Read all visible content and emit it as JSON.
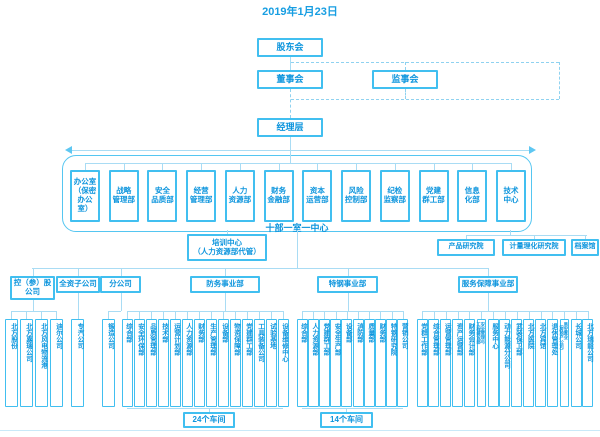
{
  "date": "2019年1月23日",
  "governance": {
    "shareholders": "股东会",
    "board": "董事会",
    "supervisory": "监事会",
    "management": "经理层"
  },
  "headquarters": {
    "caption": "十部一室一中心",
    "departments": [
      [
        "办公室",
        "（保密",
        "办公室）"
      ],
      [
        "战略",
        "管理部"
      ],
      [
        "安全",
        "品质部"
      ],
      [
        "经营",
        "管理部"
      ],
      [
        "人力",
        "资源部"
      ],
      [
        "财务",
        "金融部"
      ],
      [
        "资本",
        "运营部"
      ],
      [
        "风险",
        "控制部"
      ],
      [
        "纪检",
        "监察部"
      ],
      [
        "党建",
        "群工部"
      ],
      [
        "信息",
        "化部"
      ],
      [
        "技术",
        "中心"
      ]
    ],
    "training_center": [
      "培训中心",
      "（人力资源部代管）"
    ],
    "institutes": [
      "产品研究院",
      "计量理化研究院",
      "档案馆"
    ]
  },
  "divisions": [
    {
      "label": [
        "控（参）股",
        "公司"
      ],
      "children": [
        "北方股份",
        "北方嘉瑞公司",
        "北方风电物流港",
        "迪尔公司"
      ]
    },
    {
      "label": "全资子公司",
      "children": [
        "专汽公司"
      ]
    },
    {
      "label": "分公司",
      "children": [
        "锻造公司"
      ]
    },
    {
      "label": "防务事业部",
      "children": [
        "综合部",
        "安全环保部",
        "品质管理部",
        "技术部",
        "运营计划部",
        "人力资源部",
        "财务部",
        "生产管理部",
        "设备部",
        "物资保障部",
        "党建群工部",
        "工具装备公司",
        "试验基地",
        "设备维修中心"
      ],
      "footer": "24个车间"
    },
    {
      "label": "特钢事业部",
      "children": [
        "综合部",
        "人力资源部",
        "党建群工部",
        "安全生产部",
        "设备部",
        "消防部",
        "质量部",
        "财务部",
        "特钢研究院",
        "营销公司"
      ],
      "footer": "14个车间"
    },
    {
      "label": "服务保障事业部",
      "children": [
        "党群工作部",
        "综合管理部",
        "运营管理部",
        "资产运营部",
        "财务会计部",
        [
          "安全管理与",
          "工程建设部"
        ],
        "服务中心",
        "动力能源分公司",
        "武装保卫部",
        "北方医院",
        "北方宾馆",
        "退休管理处",
        [
          "易安置业",
          "（房地产公司）"
        ],
        "长城公司",
        "北方瑞能公司"
      ]
    }
  ],
  "colors": {
    "accent": "#179ee2",
    "box_border": "#41bff0",
    "line": "#a9dcf4"
  }
}
